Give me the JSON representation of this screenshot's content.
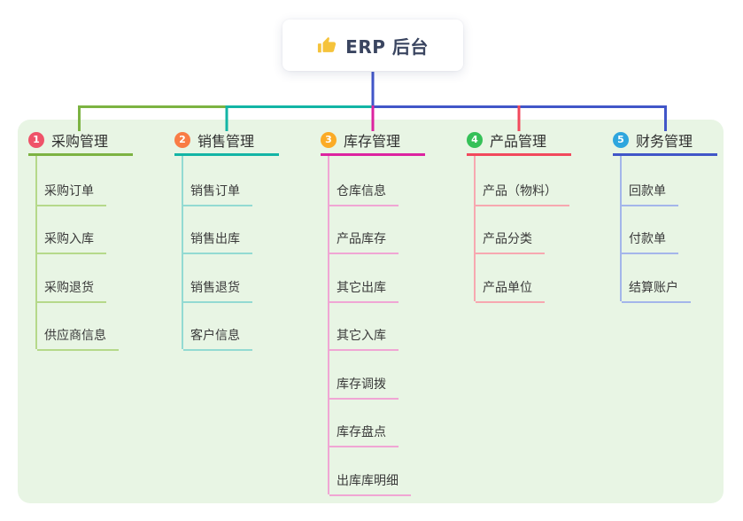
{
  "root": {
    "label": "ERP 后台",
    "icon": "thumbs-up-icon",
    "icon_color": "#f5c33b",
    "connector_color": "#4156c8"
  },
  "panel": {
    "background": "#e8f5e4"
  },
  "branches": [
    {
      "index": "1",
      "label": "采购管理",
      "badge_color": "#ef5369",
      "line_color": "#7cb342",
      "child_line_color": "#b5d98a",
      "children": [
        "采购订单",
        "采购入库",
        "采购退货",
        "供应商信息"
      ]
    },
    {
      "index": "2",
      "label": "销售管理",
      "badge_color": "#f97c45",
      "line_color": "#13b5a5",
      "child_line_color": "#93dad2",
      "children": [
        "销售订单",
        "销售出库",
        "销售退货",
        "客户信息"
      ]
    },
    {
      "index": "3",
      "label": "库存管理",
      "badge_color": "#fbab26",
      "line_color": "#dc23a0",
      "child_line_color": "#f0a6d4",
      "children": [
        "仓库信息",
        "产品库存",
        "其它出库",
        "其它入库",
        "库存调拨",
        "库存盘点",
        "出库库明细"
      ]
    },
    {
      "index": "4",
      "label": "产品管理",
      "badge_color": "#35c158",
      "line_color": "#f2495c",
      "child_line_color": "#f7a8b0",
      "children": [
        "产品（物料）",
        "产品分类",
        "产品单位"
      ]
    },
    {
      "index": "5",
      "label": "财务管理",
      "badge_color": "#2ea6de",
      "line_color": "#4156c8",
      "child_line_color": "#a4b6ea",
      "children": [
        "回款单",
        "付款单",
        "结算账户"
      ]
    }
  ]
}
